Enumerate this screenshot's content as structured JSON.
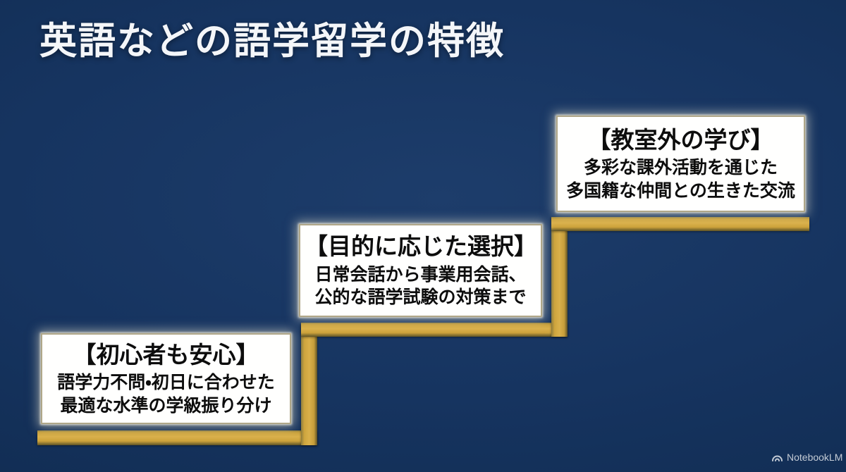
{
  "slide": {
    "title": "英語などの語学留学の特徴",
    "steps": [
      {
        "heading": "【初心者も安心】",
        "lines": [
          "語学力不問・初日に合わせた",
          "最適な水準の学級振り分け"
        ]
      },
      {
        "heading": "【目的に応じた選択】",
        "lines": [
          "日常会話から事業用会話、",
          "公的な語学試験の対策まで"
        ]
      },
      {
        "heading": "【教室外の学び】",
        "lines": [
          "多彩な課外活動を通じた",
          "多国籍な仲間との生きた交流"
        ]
      }
    ]
  },
  "watermark": {
    "label": "NotebookLM",
    "icon": "notebooklm-logo-icon"
  },
  "colors": {
    "background_navy": "#13305a",
    "stair_gold": "#d3a93f",
    "stair_gold_dark": "#6d5f2b",
    "box_background": "#ffffff",
    "box_text": "#0d0d0d",
    "title_text": "#f4f6f9",
    "watermark_text": "#c3cbd5"
  }
}
